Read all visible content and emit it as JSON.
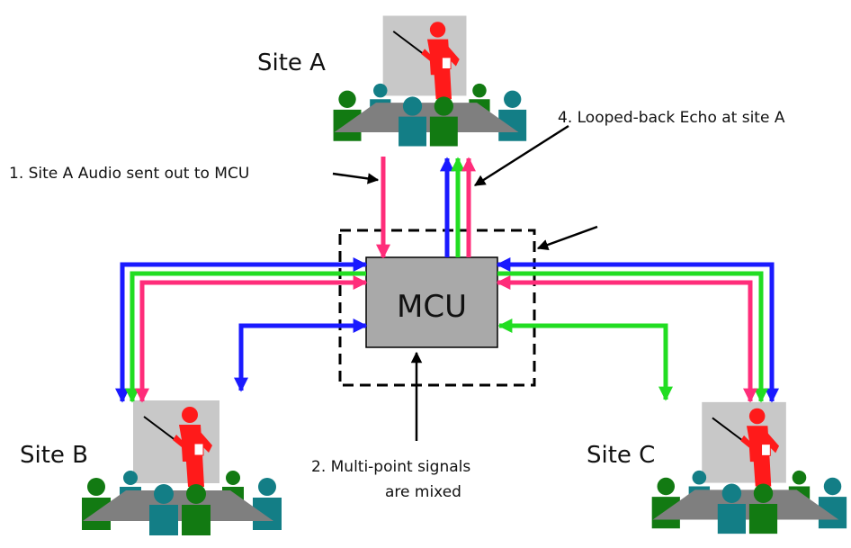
{
  "sites": {
    "a": {
      "label": "Site A"
    },
    "b": {
      "label": "Site B"
    },
    "c": {
      "label": "Site C"
    }
  },
  "mcu": {
    "label": "MCU"
  },
  "annotations": {
    "step1": "1.  Site A Audio sent out to MCU",
    "step2_line1": "2.  Multi-point signals",
    "step2_line2": "are mixed",
    "step4": "4.  Looped-back Echo at site A"
  },
  "colors": {
    "site_a_signal": "#ff2d7a",
    "site_b_signal": "#1a1aff",
    "site_c_signal": "#22dd22",
    "mcu_fill": "#a9a9a9",
    "table": "#7f7f7f",
    "screen": "#c8c8c8",
    "presenter": "#ff1a1a",
    "person_green": "#127a12",
    "person_teal": "#137e86"
  },
  "icons": {
    "site": "conference-room-icon",
    "presenter": "presenter-icon",
    "participant": "participant-icon"
  }
}
